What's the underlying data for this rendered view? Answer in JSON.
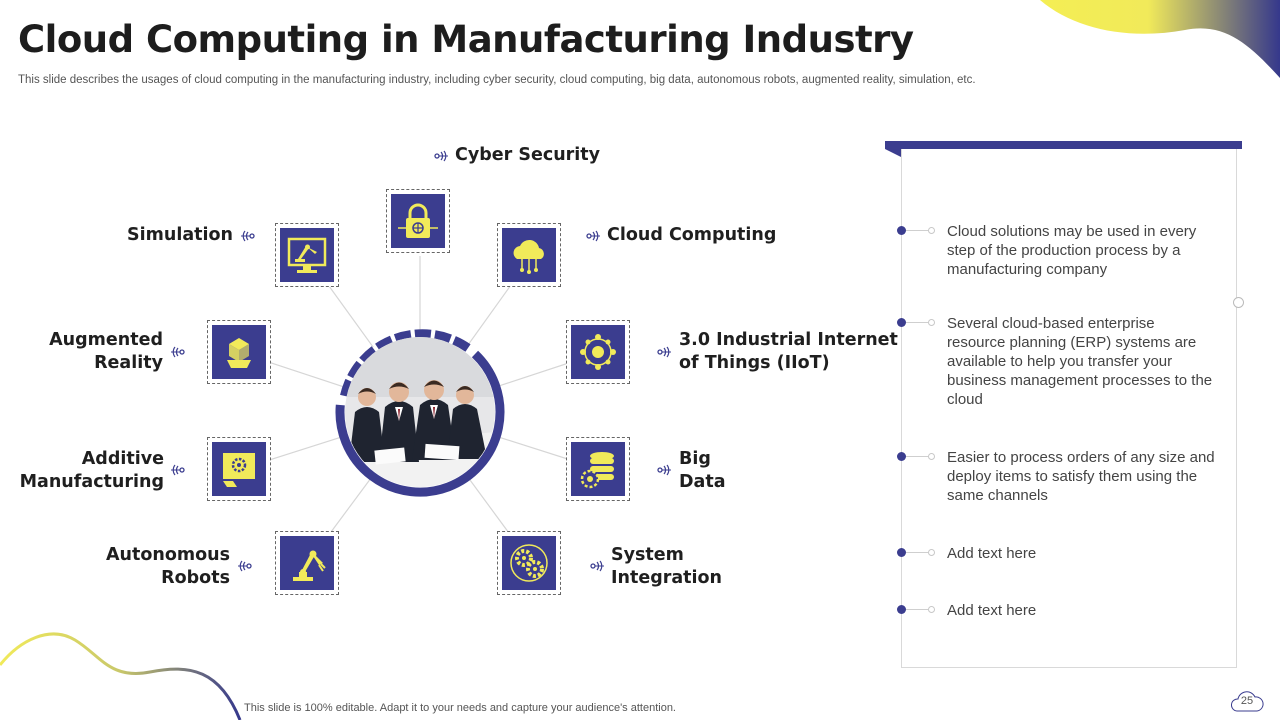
{
  "header": {
    "title": "Cloud Computing in Manufacturing Industry",
    "subtitle": "This slide describes the usages of cloud computing in the manufacturing industry, including cyber security, cloud computing, big data, autonomous robots, augmented reality, simulation, etc."
  },
  "colors": {
    "accent": "#3b3d8f",
    "highlight": "#f1ea5a"
  },
  "hub": {
    "center_image": "business-meeting-photo",
    "items": [
      {
        "name": "cyber-security",
        "label_lines": [
          "Cyber Security"
        ],
        "icon": "lock-icon"
      },
      {
        "name": "cloud-computing",
        "label_lines": [
          "Cloud Computing"
        ],
        "icon": "cloud-network-icon"
      },
      {
        "name": "iiot",
        "label_lines": [
          "3.0 Industrial Internet",
          "of Things (IIoT)"
        ],
        "icon": "iot-network-icon"
      },
      {
        "name": "big-data",
        "label_lines": [
          "Big",
          "Data"
        ],
        "icon": "database-gear-icon"
      },
      {
        "name": "system-integration",
        "label_lines": [
          "System",
          "Integration"
        ],
        "icon": "gears-icon"
      },
      {
        "name": "autonomous-robots",
        "label_lines": [
          "Autonomous",
          "Robots"
        ],
        "icon": "robot-arm-icon"
      },
      {
        "name": "additive-manufacturing",
        "label_lines": [
          "Additive",
          "Manufacturing"
        ],
        "icon": "3d-print-icon"
      },
      {
        "name": "augmented-reality",
        "label_lines": [
          "Augmented",
          "Reality"
        ],
        "icon": "ar-headset-icon"
      },
      {
        "name": "simulation",
        "label_lines": [
          "Simulation"
        ],
        "icon": "monitor-robot-icon"
      }
    ]
  },
  "panel": {
    "bullets": [
      "Cloud solutions may be used in every step of the production process by a manufacturing company",
      "Several cloud-based enterprise resource planning (ERP) systems are available to help you transfer your business management processes to the cloud",
      "Easier to process orders of any size and deploy items to satisfy them using the same channels",
      "Add text here",
      "Add text here"
    ]
  },
  "footer": {
    "note": "This slide is 100% editable. Adapt it to your needs and capture your audience's attention.",
    "page_number": "25"
  }
}
